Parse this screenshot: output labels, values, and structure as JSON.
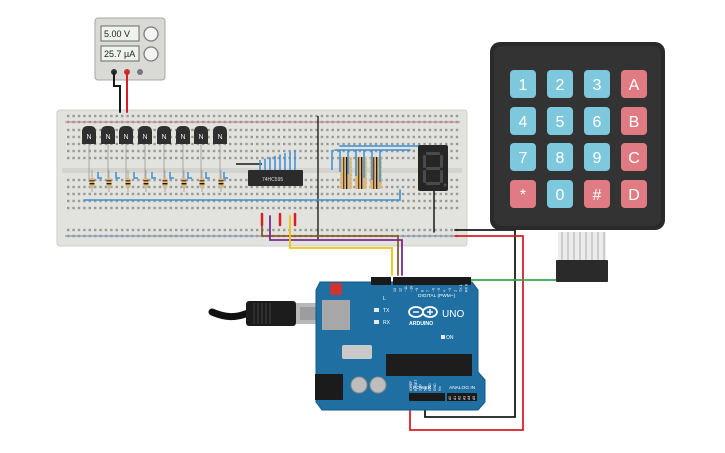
{
  "power_supply": {
    "voltage": "5.00 V",
    "current": "25.7 µA"
  },
  "transistors": {
    "label": "N",
    "count": 8
  },
  "shift_register": {
    "chip_label": "74HC595"
  },
  "seven_segment": {
    "display_value": "8"
  },
  "keypad": {
    "keys": [
      "1",
      "2",
      "3",
      "A",
      "4",
      "5",
      "6",
      "B",
      "7",
      "8",
      "9",
      "C",
      "*",
      "0",
      "#",
      "D"
    ]
  },
  "arduino": {
    "brand": "ARDUINO",
    "model": "UNO",
    "digital_label": "DIGITAL (PWM~)",
    "power_label": "POWER",
    "analog_label": "ANALOG IN",
    "tx_label": "TX",
    "rx_label": "RX",
    "on_label": "ON",
    "l_label": "L",
    "aref_label": "AREF",
    "gnd_label": "GND",
    "power_pins": [
      "IOREF",
      "RESET",
      "3.3V",
      "5V",
      "GND",
      "GND",
      "Vin"
    ],
    "analog_pins": [
      "A0",
      "A1",
      "A2",
      "A3",
      "A4",
      "A5"
    ],
    "digital_pins": [
      "13",
      "12",
      "~11",
      "~10",
      "~9",
      "8",
      "7",
      "~6",
      "~5",
      "4",
      "~3",
      "2",
      "TX 1",
      "RX 0"
    ]
  },
  "colors": {
    "breadboard": "#e2e2de",
    "arduino_blue": "#1f6fa3",
    "key_blue": "#7ec8de",
    "key_red": "#e07b84",
    "wire_red": "#d81f26",
    "wire_black": "#1a1a1a",
    "wire_yellow": "#f2c20a",
    "wire_purple": "#7a2a8a",
    "wire_brown": "#8a5a2b",
    "wire_green": "#3aa64a",
    "wire_blue": "#3a8fd6"
  }
}
